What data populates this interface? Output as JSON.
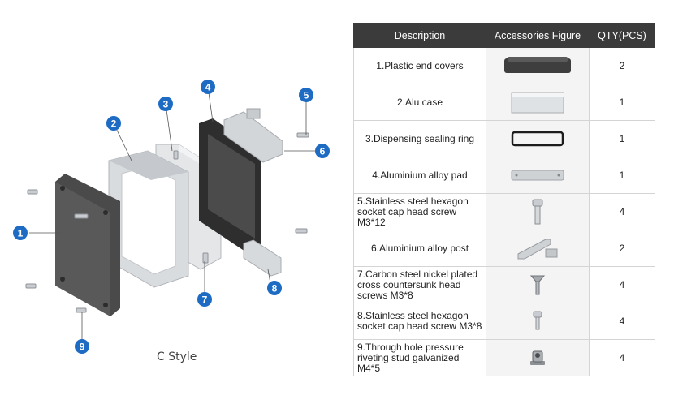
{
  "caption": "C Style",
  "callouts": [
    "1",
    "2",
    "3",
    "4",
    "5",
    "6",
    "7",
    "8",
    "9"
  ],
  "table": {
    "headers": {
      "description": "Description",
      "figure": "Accessories Figure",
      "qty": "QTY(PCS)"
    },
    "rows": [
      {
        "description": "1.Plastic end covers",
        "qty": "2",
        "icon": "end-cover-icon"
      },
      {
        "description": "2.Alu case",
        "qty": "1",
        "icon": "alu-case-icon"
      },
      {
        "description": "3.Dispensing sealing ring",
        "qty": "1",
        "icon": "sealing-ring-icon"
      },
      {
        "description": "4.Aluminium alloy pad",
        "qty": "1",
        "icon": "alloy-pad-icon"
      },
      {
        "description": "5.Stainless steel hexagon socket cap head screw M3*12",
        "qty": "4",
        "icon": "cap-screw-icon"
      },
      {
        "description": "6.Aluminium alloy post",
        "qty": "2",
        "icon": "alloy-post-icon"
      },
      {
        "description": "7.Carbon steel nickel plated cross countersunk head screws M3*8",
        "qty": "4",
        "icon": "countersunk-screw-icon"
      },
      {
        "description": "8.Stainless steel hexagon socket cap head screw M3*8",
        "qty": "4",
        "icon": "short-cap-screw-icon"
      },
      {
        "description": "9.Through hole pressure riveting stud galvanized M4*5",
        "qty": "4",
        "icon": "riveting-stud-icon"
      }
    ]
  },
  "colors": {
    "header_bg": "#3b3b3b",
    "callout_blue": "#1e6bc4",
    "cover_dark": "#4a4a4a",
    "aluminium": "#d9dcdf"
  }
}
